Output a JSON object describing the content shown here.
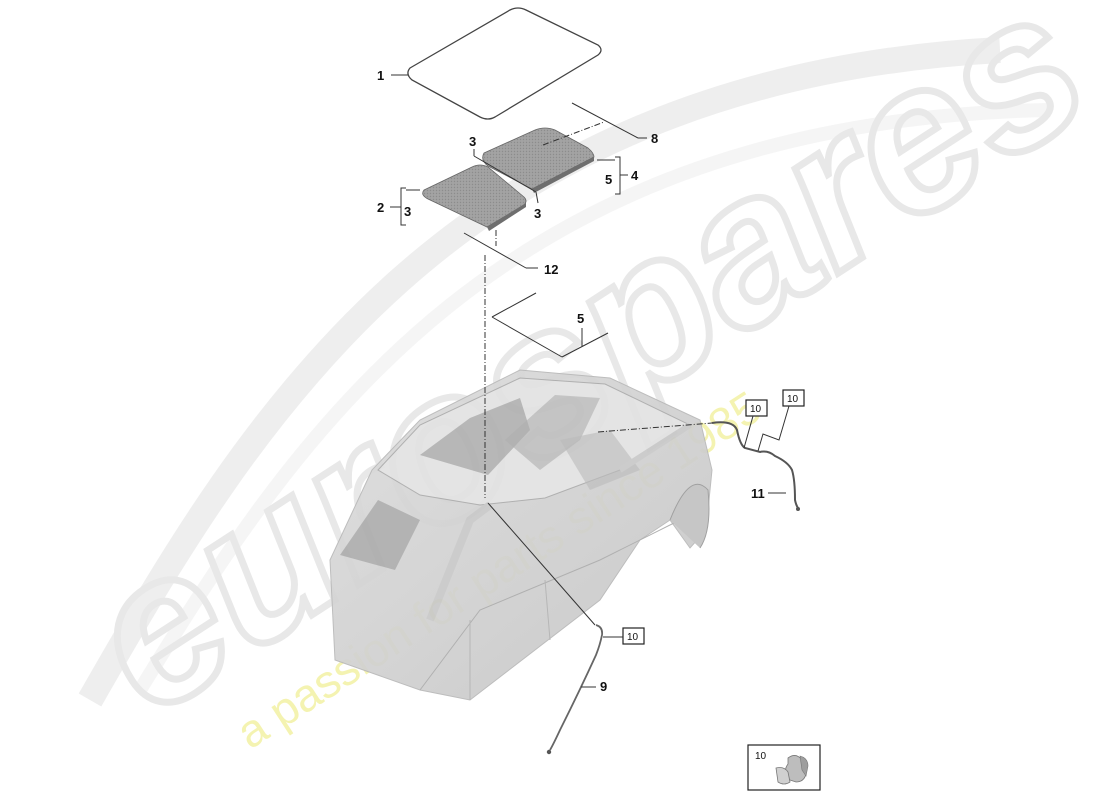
{
  "diagram": {
    "type": "exploded-parts-diagram",
    "subject": "panoramic roof / sunroof glass panels with drain hoses on vehicle body shell"
  },
  "watermark": {
    "brand": "eurospares",
    "tagline": "a passion for parts since 1985",
    "brand_color": "#e6e6e6",
    "tagline_color": "#f3f1a4"
  },
  "callouts": [
    {
      "id": "c1",
      "label": "1"
    },
    {
      "id": "c2",
      "label": "2"
    },
    {
      "id": "c2b",
      "label": "3"
    },
    {
      "id": "c3a",
      "label": "3"
    },
    {
      "id": "c3b",
      "label": "3"
    },
    {
      "id": "c4",
      "label": "4"
    },
    {
      "id": "c4b",
      "label": "5"
    },
    {
      "id": "c5",
      "label": "5"
    },
    {
      "id": "c8",
      "label": "8"
    },
    {
      "id": "c9",
      "label": "9"
    },
    {
      "id": "c11",
      "label": "11"
    },
    {
      "id": "c12",
      "label": "12"
    }
  ],
  "boxed_refs": [
    {
      "id": "b1",
      "label": "10"
    },
    {
      "id": "b2",
      "label": "10"
    },
    {
      "id": "b3",
      "label": "10"
    }
  ],
  "inset": {
    "label": "10",
    "part": "hose clip"
  },
  "colors": {
    "panel_fill": "#9a9a9a",
    "body_fill": "#d4d4d4",
    "line": "#333333",
    "text": "#111111"
  }
}
